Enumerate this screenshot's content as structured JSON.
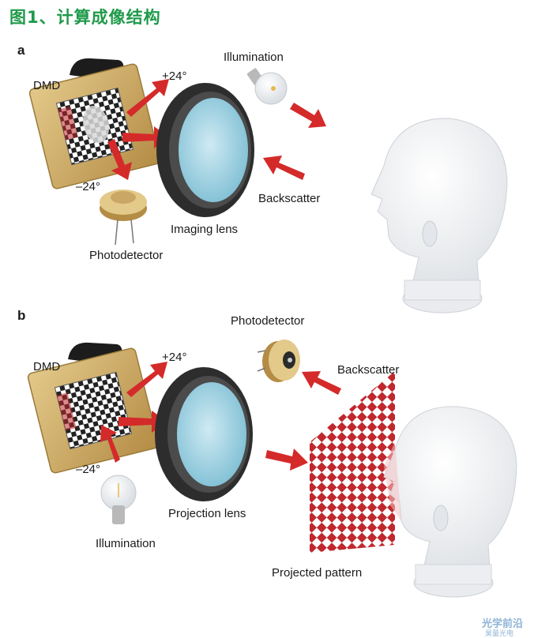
{
  "title": "图1、计算成像结构",
  "panel_a": {
    "letter": "a",
    "labels": {
      "dmd": "DMD",
      "plus": "+24°",
      "minus": "–24°",
      "illumination": "Illumination",
      "backscatter": "Backscatter",
      "lens": "Imaging lens",
      "detector": "Photodetector"
    }
  },
  "panel_b": {
    "letter": "b",
    "labels": {
      "dmd": "DMD",
      "plus": "+24°",
      "minus": "–24°",
      "detector": "Photodetector",
      "backscatter": "Backscatter",
      "lens": "Projection lens",
      "illumination": "Illumination",
      "pattern": "Projected pattern"
    }
  },
  "watermark": {
    "main": "光学前沿",
    "sub": "昊量光电"
  },
  "colors": {
    "title": "#1f9a4a",
    "arrow": "#d42a2a",
    "frame": "#c7a660",
    "lens_glass": "#9fd3e3"
  }
}
